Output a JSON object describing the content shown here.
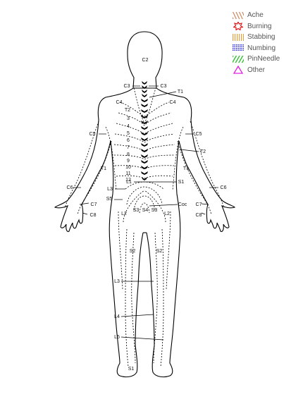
{
  "legend": {
    "items": [
      {
        "key": "ache",
        "label": "Ache",
        "color": "#c8865a",
        "icon": "diagonal-hatch"
      },
      {
        "key": "burning",
        "label": "Burning",
        "color": "#e01818",
        "icon": "starburst"
      },
      {
        "key": "stabbing",
        "label": "Stabbing",
        "color": "#e0a040",
        "icon": "vertical-hatch"
      },
      {
        "key": "numbing",
        "label": "Numbing",
        "color": "#1a1ae0",
        "icon": "dot-grid"
      },
      {
        "key": "pinneedle",
        "label": "PinNeedle",
        "color": "#30c030",
        "icon": "needle-hatch"
      },
      {
        "key": "other",
        "label": "Other",
        "color": "#e020e0",
        "icon": "triangle"
      }
    ]
  },
  "body_map": {
    "labels": {
      "c2": "C2",
      "c3_left": "C3",
      "c3_right": "C3",
      "t1_neck": "T1",
      "c4_left": "C4",
      "c4_right": "C4",
      "t2_spine": "T2",
      "c5_left": "C5",
      "c5_right": "C5",
      "t2_right_arm": "T2",
      "t3": "3",
      "t4": "4",
      "t5": "5",
      "t6": "6",
      "t7": "7",
      "t8": "8",
      "t9": "9",
      "t10": "10",
      "t11": "11",
      "t12": "12",
      "t1_left_arm": "T1",
      "t1_right_arm": "T1",
      "l1": "L1",
      "s1_back": "S1",
      "l3_back": "L3",
      "c6_left": "C6",
      "c6_right": "C6",
      "s5": "S5",
      "coc": "Coc",
      "s3_left": "S3",
      "s4": "S4",
      "s3_right": "S3",
      "l2_left": "L2",
      "l2_right": "L2",
      "c7_left": "C7",
      "c7_right": "C7",
      "c8_left": "C8",
      "c8_right": "C8",
      "s2_left": "S2",
      "s2_right": "S2",
      "l3_leg": "L3",
      "l4": "L4",
      "l5": "L5",
      "s1_foot": "S1"
    }
  }
}
